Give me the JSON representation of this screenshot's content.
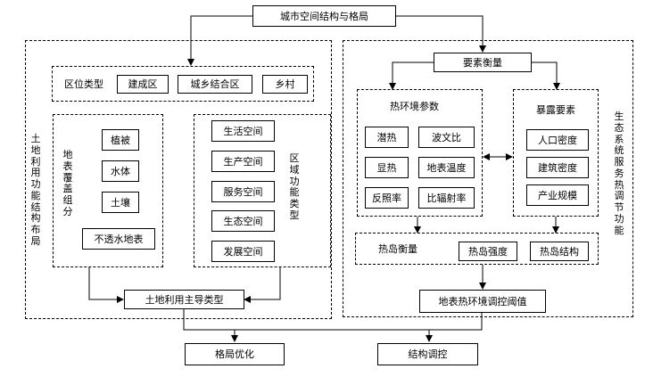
{
  "title": "城市空间结构与格局",
  "left_section": {
    "vertical_label": "土地利用功能结构布局",
    "location": {
      "label": "区位类型",
      "items": [
        "建成区",
        "城乡结合区",
        "乡村"
      ]
    },
    "surface_cover": {
      "vertical_label": "地表覆盖组分",
      "items": [
        "植被",
        "水体",
        "土壤",
        "不透水地表"
      ]
    },
    "regional_function": {
      "vertical_label": "区域功能类型",
      "items": [
        "生活空间",
        "生产空间",
        "服务空间",
        "生态空间",
        "发展空间"
      ]
    },
    "dominant_type": "土地利用主导类型"
  },
  "right_section": {
    "vertical_label": "生态系统服务热调节功能",
    "factor_measure": "要素衡量",
    "thermal_params": {
      "label": "热环境参数",
      "items": [
        "潜热",
        "波文比",
        "显热",
        "地表温度",
        "反照率",
        "比辐射率"
      ]
    },
    "exposure_factors": {
      "label": "暴露要素",
      "items": [
        "人口密度",
        "建筑密度",
        "产业规模"
      ]
    },
    "heat_island": {
      "label": "热岛衡量",
      "items": [
        "热岛强度",
        "热岛结构"
      ]
    },
    "threshold": "地表热环境调控阈值"
  },
  "outputs": [
    "格局优化",
    "结构调控"
  ]
}
